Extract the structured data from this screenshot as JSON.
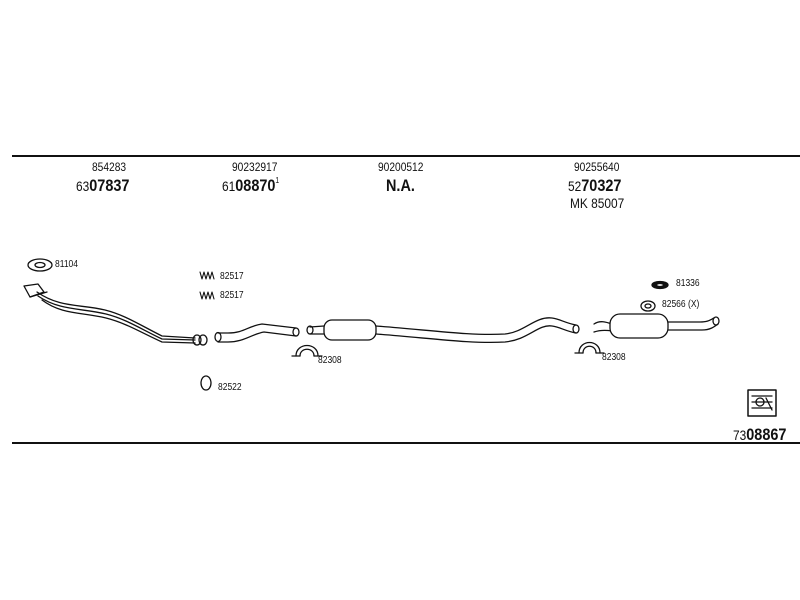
{
  "sections": [
    {
      "oe": "854283",
      "prefix": "63",
      "number": "07837",
      "suffix": ""
    },
    {
      "oe": "90232917",
      "prefix": "61",
      "number": "08870",
      "suffix": "1"
    },
    {
      "oe": "90200512",
      "prefix": "",
      "number": "N.A.",
      "suffix": ""
    },
    {
      "oe": "90255640",
      "prefix": "52",
      "number": "70327",
      "suffix": ""
    }
  ],
  "mk_label": "MK 85007",
  "parts": {
    "gasket": "81104",
    "clamp_a": "82517",
    "clamp_b": "82517",
    "ring": "82522",
    "bracket_mid": "82308",
    "bracket_rear": "82308",
    "rubber": "81336",
    "mount": "82566 (X)"
  },
  "kit": {
    "prefix": "73",
    "number": "08867"
  }
}
